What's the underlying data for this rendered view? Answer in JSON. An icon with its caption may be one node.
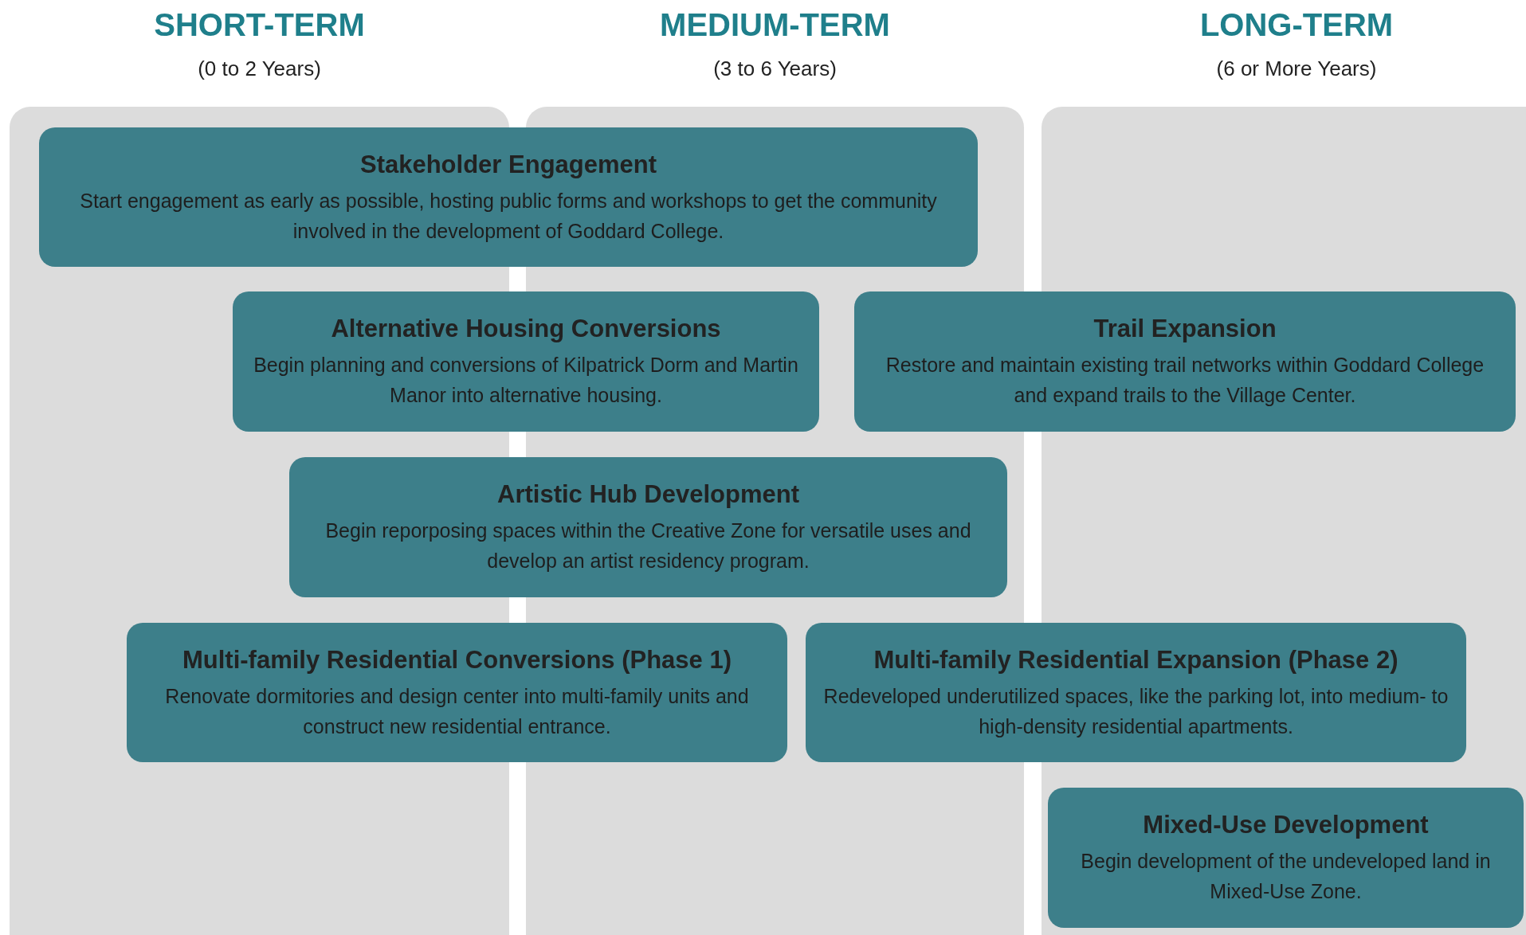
{
  "diagram": {
    "nodes": [
      {
        "text": [
          "SHORT-TERM",
          "(0 to 2 Years)"
        ]
      },
      {
        "text": [
          "MEDIUM-TERM",
          "(3 to 6 Years)"
        ]
      },
      {
        "text": [
          "LONG-TERM",
          "(6 or More Years)"
        ]
      },
      {
        "text": [
          "Stakeholder Engagement",
          "Start engagement as early as possible, hosting public forms and workshops to get the community involved in the development of Goddard College."
        ]
      },
      {
        "text": [
          "Alternative Housing Conversions",
          "Begin planning and conversions of Kilpatrick Dorm and Martin Manor into alternative housing."
        ]
      },
      {
        "text": [
          "Trail Expansion",
          "Restore and maintain existing trail networks within Goddard College and expand trails to the Village Center."
        ]
      },
      {
        "text": [
          "Artistic Hub Development",
          "Begin reporposing spaces within the Creative Zone for versatile uses and develop an artist residency program."
        ]
      },
      {
        "text": [
          "Multi-family Residential Conversions (Phase 1)",
          "Renovate dormitories and design center into multi-family units and construct new residential entrance."
        ]
      },
      {
        "text": [
          "Multi-family Residential Expansion (Phase 2)",
          "Redeveloped underutilized spaces, like the parking lot, into medium- to high-density residential apartments."
        ]
      },
      {
        "text": [
          "Mixed-Use Development",
          "Begin development of the undeveloped land in Mixed-Use Zone."
        ],
        "in": 2
      }
    ]
  }
}
